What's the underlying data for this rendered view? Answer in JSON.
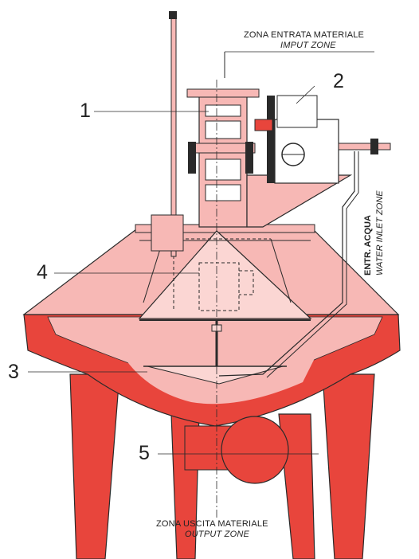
{
  "labels": {
    "input_zone_it": "ZONA ENTRATA MATERIALE",
    "input_zone_en": "IMPUT ZONE",
    "output_zone_it": "ZONA USCITA MATERIALE",
    "output_zone_en": "OUTPUT ZONE",
    "water_inlet_it": "ENTR. ACQUA",
    "water_inlet_en": "WATER INLET ZONE"
  },
  "parts": [
    "1",
    "2",
    "3",
    "4",
    "5"
  ],
  "colors": {
    "frame_red": "#e8453c",
    "housing_pink": "#f7b8b5",
    "cone_light": "#fbd6d3",
    "line_dark": "#2a2a2a"
  }
}
